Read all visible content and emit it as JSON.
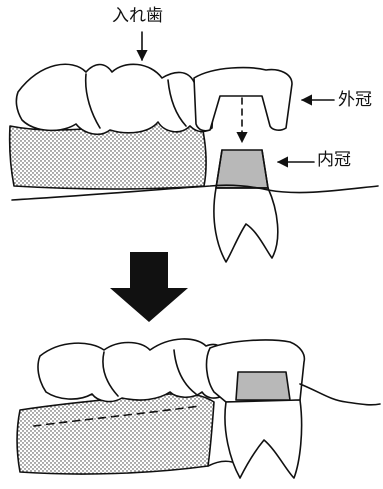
{
  "labels": {
    "denture": "入れ歯",
    "outer_crown": "外冠",
    "inner_crown": "内冠"
  },
  "colors": {
    "line": "#111111",
    "dots": "#333333",
    "inner_crown_fill": "#b8b8b8"
  }
}
